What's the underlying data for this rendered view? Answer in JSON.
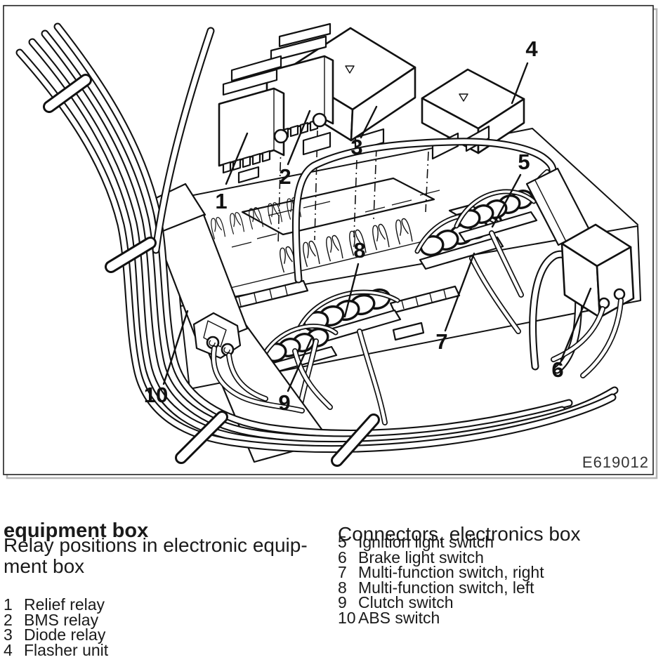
{
  "diagram": {
    "code": "E619012",
    "callouts": [
      "1",
      "2",
      "3",
      "4",
      "5",
      "6",
      "7",
      "8",
      "9",
      "10"
    ]
  },
  "sections": {
    "left": {
      "title_bold": "equipment box",
      "subtitle_line1": "Relay positions in electronic equip-",
      "subtitle_line2": "ment box",
      "items": [
        {
          "num": "1",
          "label": "Relief relay"
        },
        {
          "num": "2",
          "label": "BMS relay"
        },
        {
          "num": "3",
          "label": "Diode relay"
        },
        {
          "num": "4",
          "label": "Flasher unit"
        }
      ]
    },
    "right": {
      "title": "Connectors, electronics box",
      "items": [
        {
          "num": "5",
          "label": "Ignition light switch"
        },
        {
          "num": "6",
          "label": "Brake light switch"
        },
        {
          "num": "7",
          "label": "Multi-function switch, right"
        },
        {
          "num": "8",
          "label": "Multi-function switch, left"
        },
        {
          "num": "9",
          "label": "Clutch switch"
        },
        {
          "num": "10",
          "label": "ABS switch"
        }
      ]
    }
  },
  "colors": {
    "line": "#111111",
    "frame_shadow": "#b5b5b5",
    "background": "#ffffff"
  }
}
